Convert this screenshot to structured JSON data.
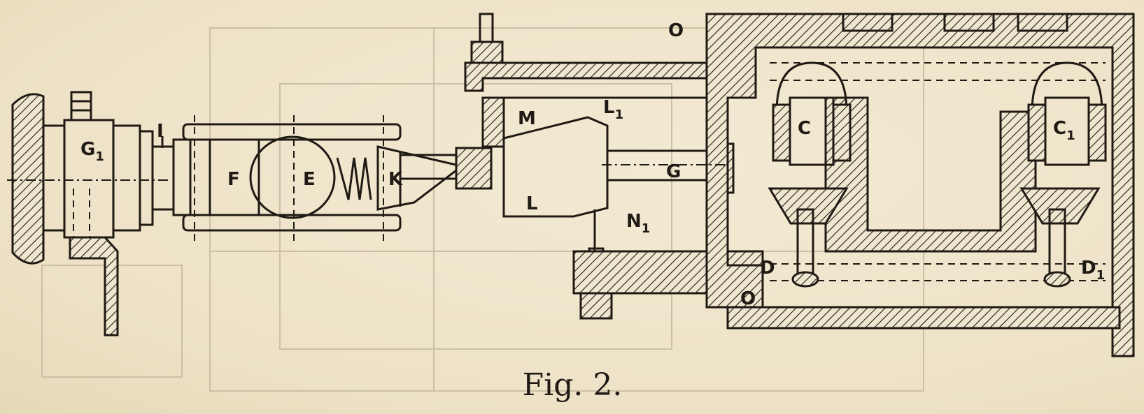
{
  "figure": {
    "caption": "Fig. 2.",
    "labels": {
      "G1": "G",
      "G1_sub": "1",
      "I": "I",
      "F": "F",
      "E": "E",
      "K": "K",
      "M": "M",
      "L1": "L",
      "L1_sub": "1",
      "L": "L",
      "G": "G",
      "N1": "N",
      "N1_sub": "1",
      "O_top": "O",
      "O_bottom": "O",
      "C": "C",
      "C1": "C",
      "C1_sub": "1",
      "D": "D",
      "D1": "D",
      "D1_sub": "1"
    }
  }
}
